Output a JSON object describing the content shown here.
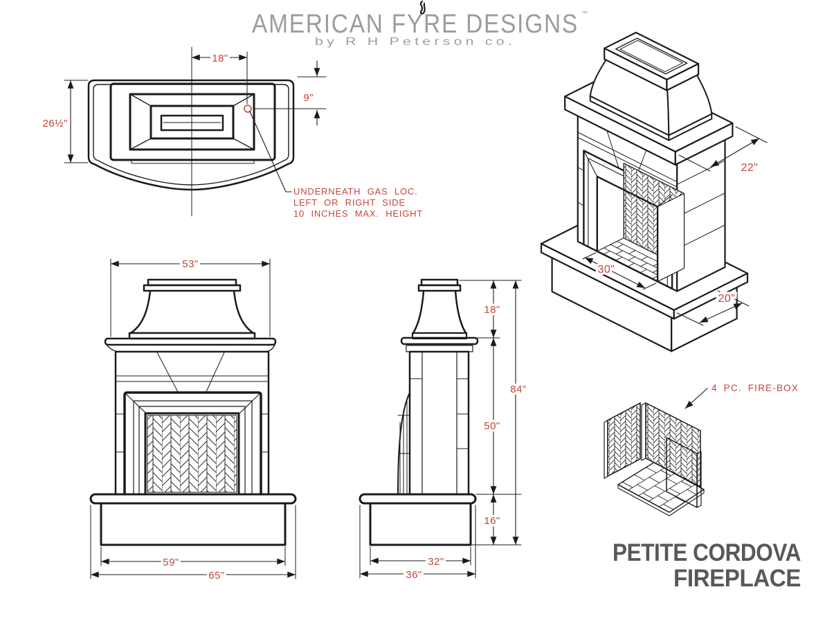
{
  "logo": {
    "brand": "AMERICAN FYRE DESIGNS",
    "tm": "™",
    "byline": "by R H Peterson co."
  },
  "title": {
    "line1": "PETITE CORDOVA",
    "line2": "FIREPLACE"
  },
  "notes": {
    "gas1": "UNDERNEATH GAS LOC.",
    "gas2": "LEFT OR RIGHT SIDE",
    "gas3": "10 INCHES MAX. HEIGHT",
    "firebox": "4 PC. FIRE-BOX"
  },
  "dims": {
    "top": {
      "w": "18\"",
      "h": "9\"",
      "d": "26½\""
    },
    "front": {
      "shelf": "53\"",
      "base": "59\"",
      "hearth": "65\""
    },
    "side": {
      "chimney": "18\"",
      "total": "84\"",
      "body": "50\"",
      "baseh": "16\"",
      "based": "32\"",
      "hearthd": "36\""
    },
    "iso": {
      "crown": "22\"",
      "opening": "30\"",
      "ext": "20\""
    }
  },
  "colors": {
    "dimension_red": "#c2453a",
    "line_ink": "#1b1b1b",
    "logo_gray": "#9c9c9c",
    "title_gray": "#57585a"
  }
}
